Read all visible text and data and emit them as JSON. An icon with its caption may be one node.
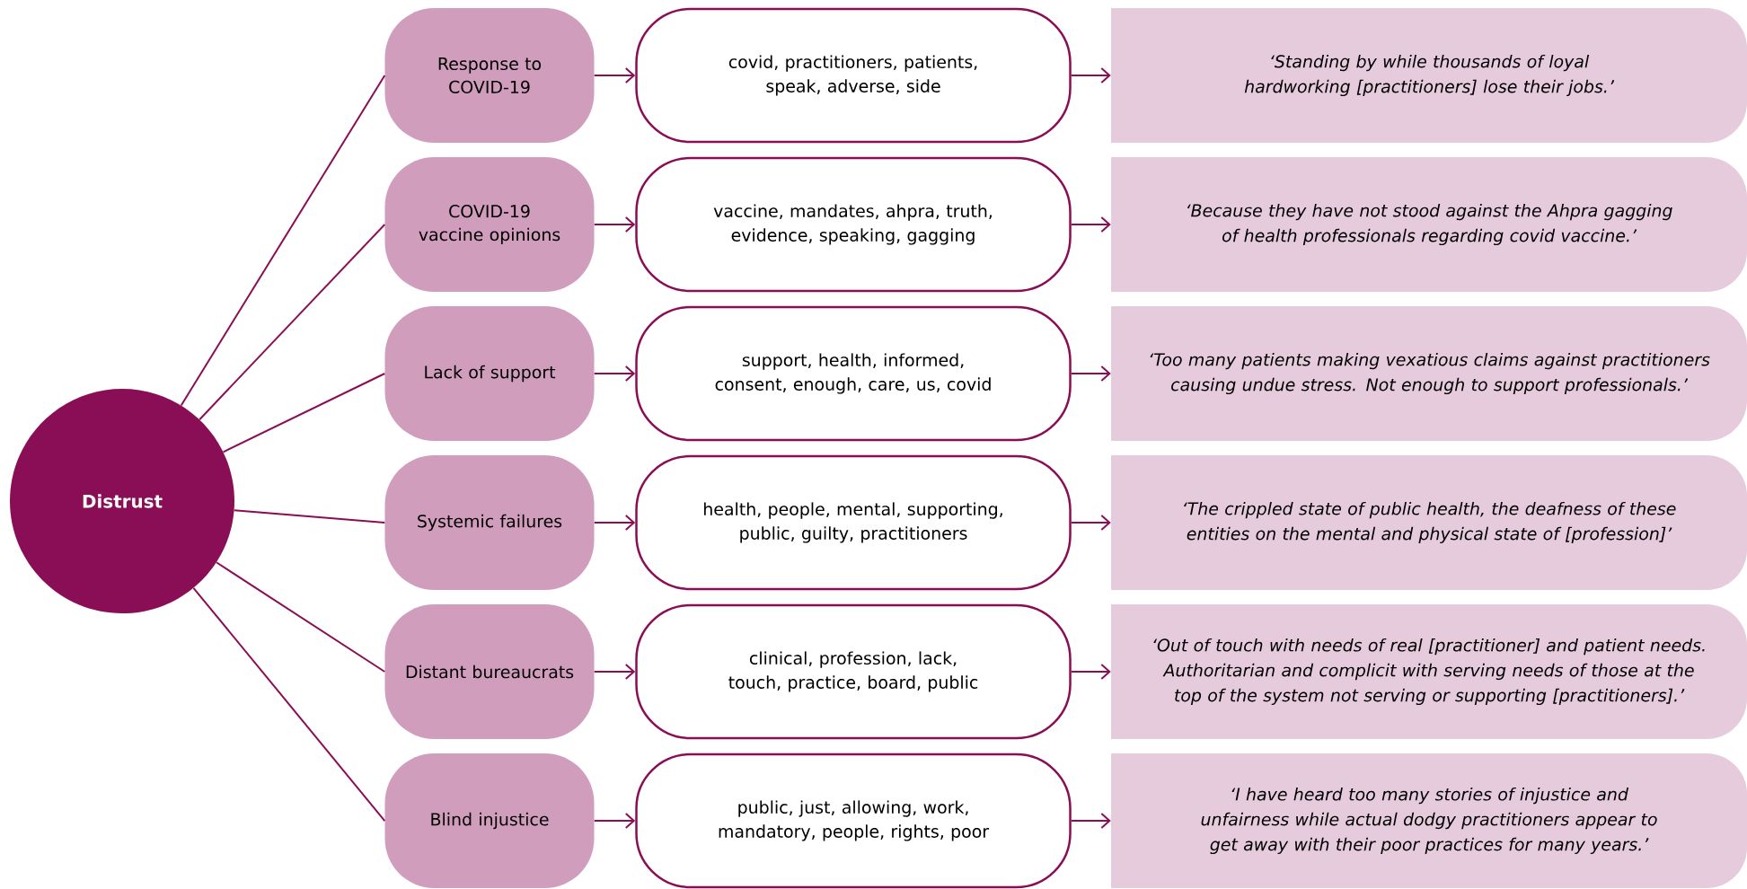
{
  "diagram": {
    "nodes": [
      {
        "text": [
          "Distrust"
        ]
      },
      {
        "text": [
          "Response to COVID-19"
        ]
      },
      {
        "text": [
          "covid, practitioners, patients, speak, adverse, side"
        ]
      },
      {
        "text": [
          "‘Standing by while thousands of loyal hardworking [practitioners] lose their jobs.’"
        ]
      },
      {
        "text": [
          "COVID-19 vaccine opinions"
        ]
      },
      {
        "text": [
          "vaccine, mandates, ahpra, truth, evidence, speaking, gagging"
        ]
      },
      {
        "text": [
          "‘Because they have not stood against the Ahpra gagging of health professionals regarding covid vaccine.’"
        ]
      },
      {
        "text": [
          "Lack of support"
        ]
      },
      {
        "text": [
          "support, health, informed, consent, enough, care, us, covid"
        ]
      },
      {
        "text": [
          "‘Too many patients making vexatious claims against practitioners causing undue stress. Not enough to support professionals.’"
        ]
      },
      {
        "text": [
          "Systemic failures"
        ]
      },
      {
        "text": [
          "health, people, mental, supporting, public, guilty, practitioners"
        ]
      },
      {
        "text": [
          "‘The crippled state of public health, the deafness of these entities on the mental and physical state of [profession]’"
        ]
      },
      {
        "text": [
          "Distant bureaucrats"
        ]
      },
      {
        "text": [
          "clinical, profession, lack, touch, practice, board, public"
        ]
      },
      {
        "text": [
          "‘Out of touch with needs of real [practitioner] and patient needs. Authoritarian and complicit with serving needs of those at the top of the system not serving or supporting [practitioners].’"
        ]
      },
      {
        "text": [
          "Blind injustice"
        ]
      },
      {
        "text": [
          "public, just, allowing, work, mandatory, people, rights, poor"
        ]
      },
      {
        "text": [
          "‘I have heard too many stories of injustice and unfairness while actual dodgy practitioners appear to get away with their poor practices for many years.’"
        ]
      }
    ],
    "edges": [
      {
        "from": 0,
        "to": 1,
        "arrow": "none"
      },
      {
        "from": 0,
        "to": 4,
        "arrow": "none"
      },
      {
        "from": 0,
        "to": 7,
        "arrow": "none"
      },
      {
        "from": 0,
        "to": 10,
        "arrow": "none"
      },
      {
        "from": 0,
        "to": 13,
        "arrow": "none"
      },
      {
        "from": 0,
        "to": 16,
        "arrow": "none"
      },
      {
        "from": 1,
        "to": 2,
        "arrow": "to"
      },
      {
        "from": 2,
        "to": 3,
        "arrow": "to"
      },
      {
        "from": 4,
        "to": 5,
        "arrow": "to"
      },
      {
        "from": 5,
        "to": 6,
        "arrow": "to"
      },
      {
        "from": 7,
        "to": 8,
        "arrow": "to"
      },
      {
        "from": 8,
        "to": 9,
        "arrow": "to"
      },
      {
        "from": 10,
        "to": 11,
        "arrow": "to"
      },
      {
        "from": 11,
        "to": 12,
        "arrow": "to"
      },
      {
        "from": 13,
        "to": 14,
        "arrow": "to"
      },
      {
        "from": 14,
        "to": 15,
        "arrow": "to"
      },
      {
        "from": 16,
        "to": 17,
        "arrow": "to"
      },
      {
        "from": 17,
        "to": 18,
        "arrow": "to"
      }
    ]
  }
}
